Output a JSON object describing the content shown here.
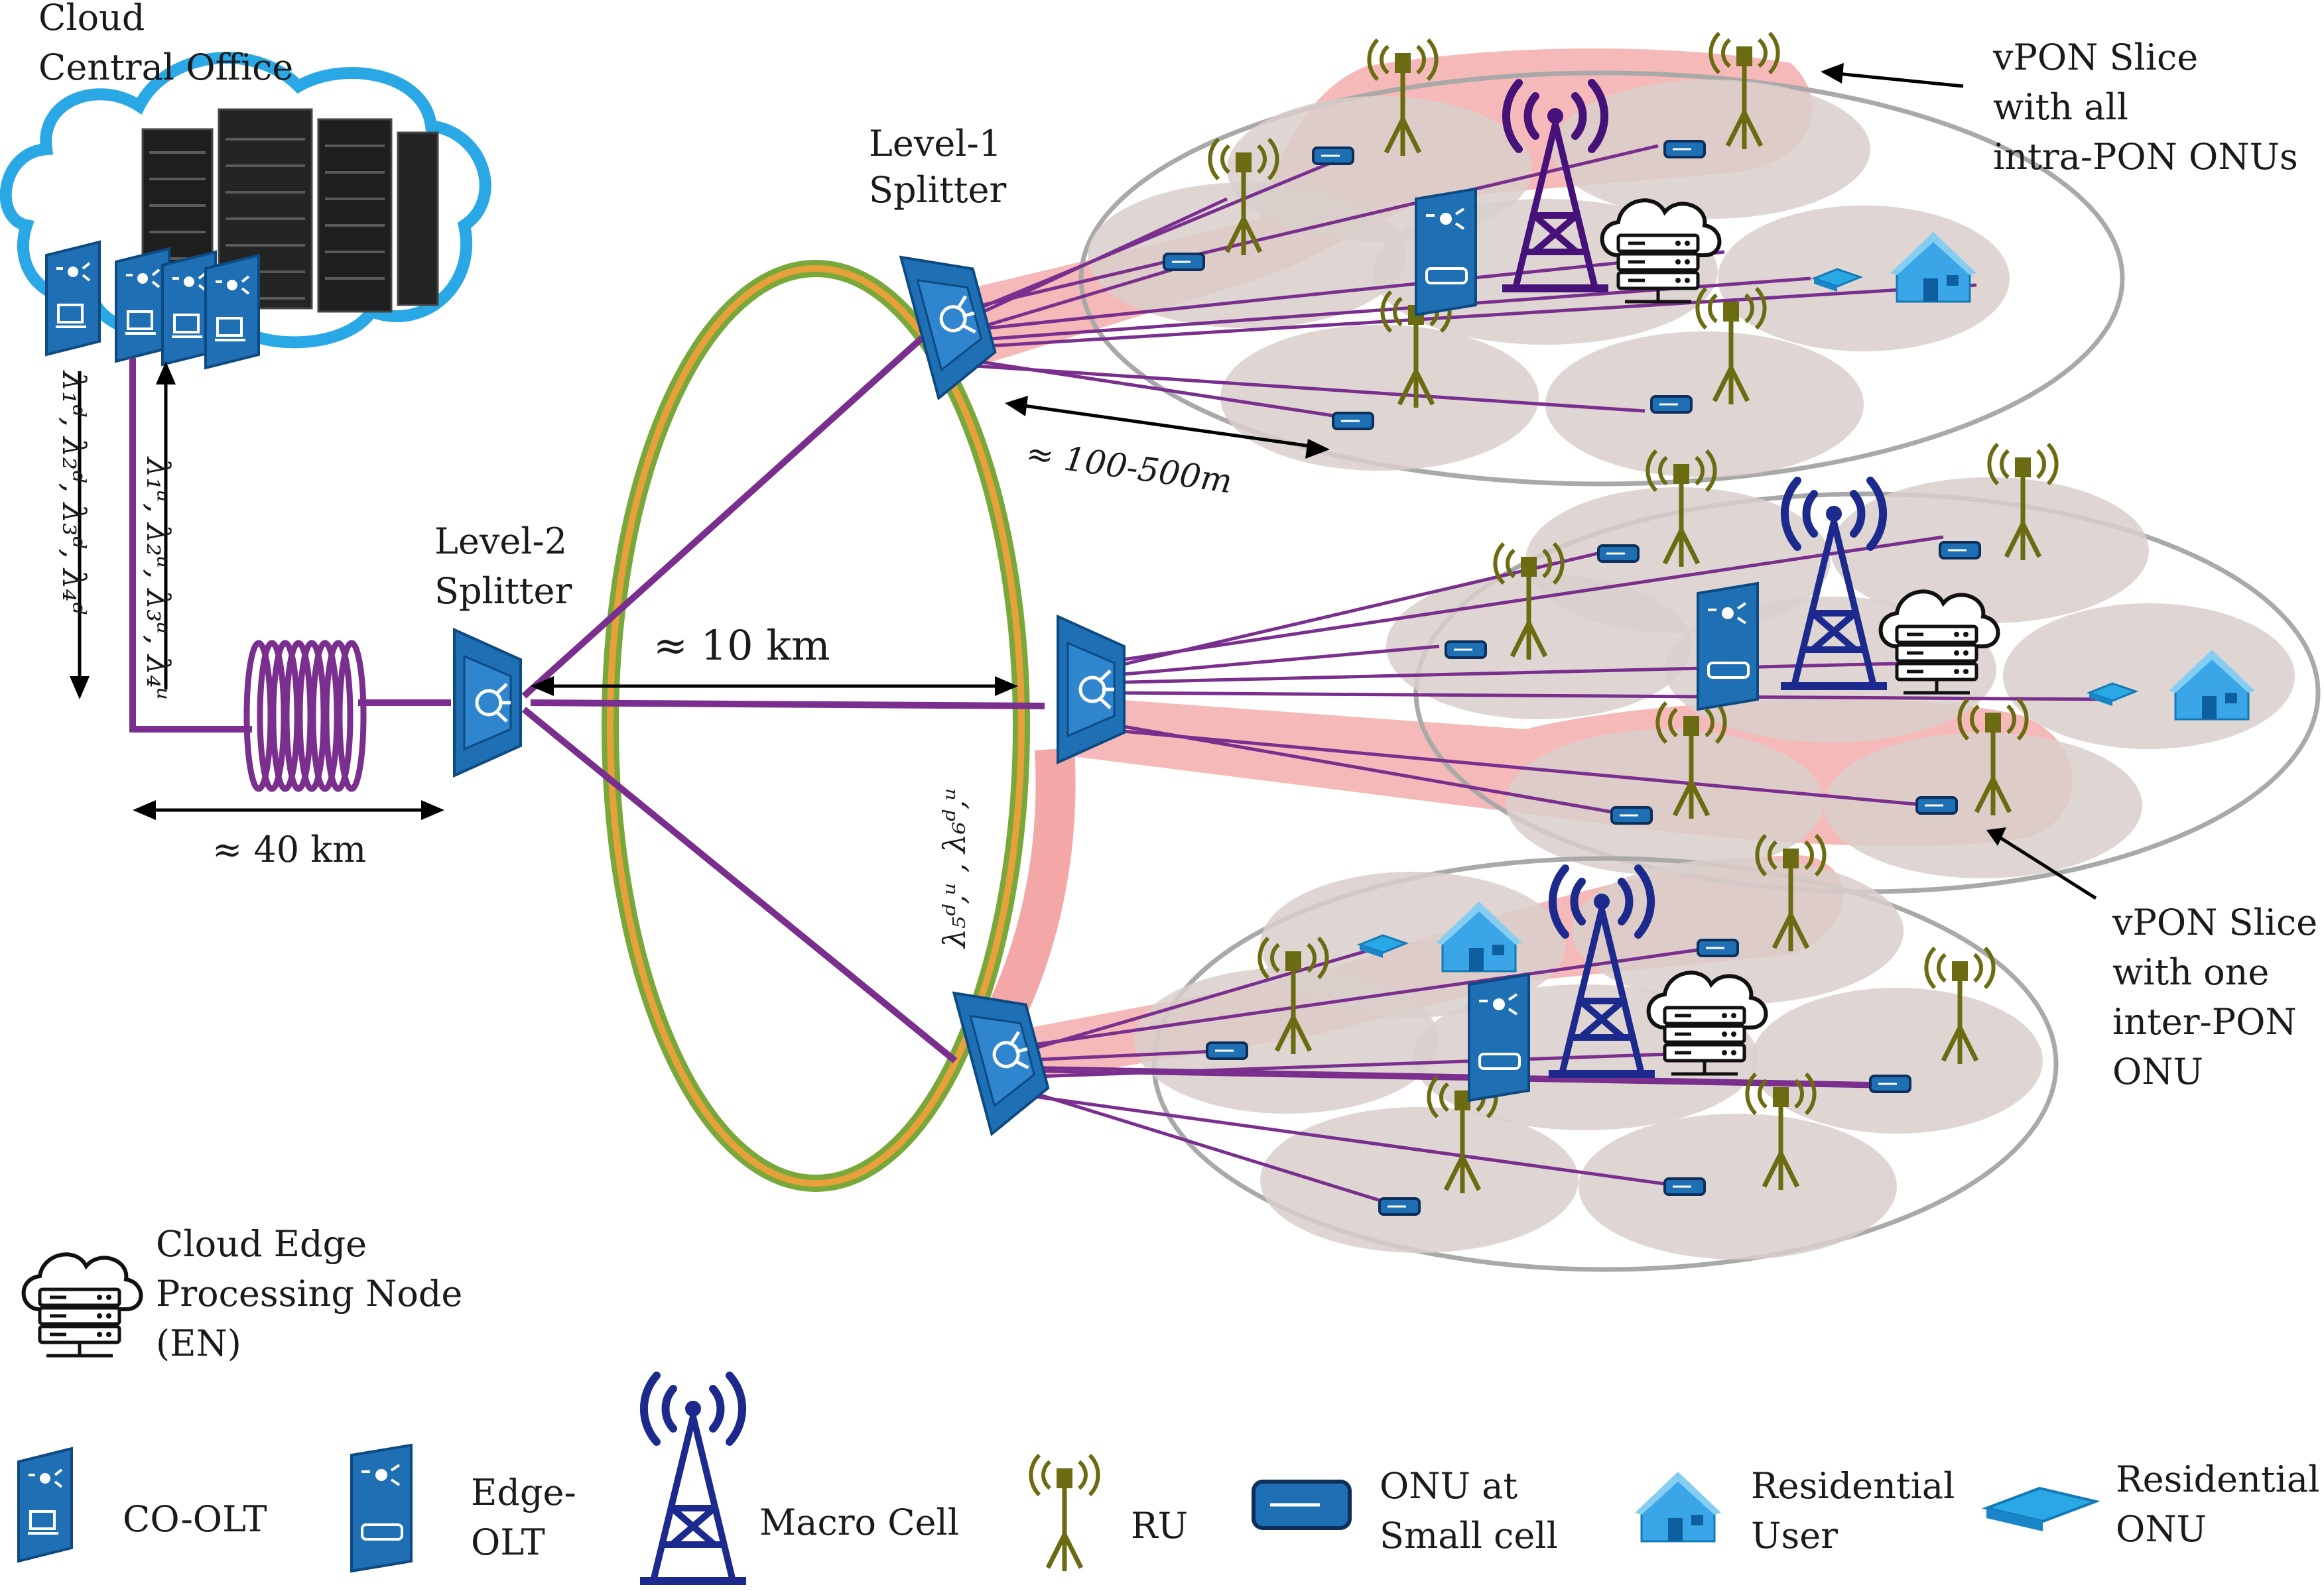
{
  "labels": {
    "cloud_co_line1": "Cloud",
    "cloud_co_line2": "Central Office",
    "level1_line1": "Level-1",
    "level1_line2": "Splitter",
    "level2_line1": "Level-2",
    "level2_line2": "Splitter",
    "dist_40km": "≈ 40 km",
    "dist_10km": "≈ 10 km",
    "dist_100_500m": "≈ 100-500m",
    "down_wavelengths": "λ₁ᵈ, λ₂ᵈ, λ₃ᵈ, λ₄ᵈ",
    "up_wavelengths": "λ₁ᵘ, λ₂ᵘ, λ₃ᵘ, λ₄ᵘ",
    "ring_wavelengths": "λ₅ᵈ,ᵘ , λ₆ᵈ,ᵘ",
    "vpon_all_line1": "vPON Slice",
    "vpon_all_line2": "with all",
    "vpon_all_line3": "intra-PON ONUs",
    "vpon_one_line1": "vPON Slice",
    "vpon_one_line2": "with one",
    "vpon_one_line3": "inter-PON",
    "vpon_one_line4": "ONU",
    "en_line1": "Cloud Edge",
    "en_line2": "Processing Node",
    "en_line3": "(EN)"
  },
  "legend": [
    {
      "icon": "co-olt-icon",
      "line1": "CO-OLT",
      "line2": ""
    },
    {
      "icon": "edge-olt-icon",
      "line1": "Edge-",
      "line2": "OLT"
    },
    {
      "icon": "macro-cell-icon",
      "line1": "Macro Cell",
      "line2": ""
    },
    {
      "icon": "ru-antenna-icon",
      "line1": "RU",
      "line2": ""
    },
    {
      "icon": "onu-small-cell-icon",
      "line1": "ONU at",
      "line2": "Small cell"
    },
    {
      "icon": "residential-user-icon",
      "line1": "Residential",
      "line2": "User"
    },
    {
      "icon": "residential-onu-icon",
      "line1": "Residential",
      "line2": "ONU"
    }
  ],
  "colors": {
    "fiber": "#7a2f8f",
    "ring_outer": "#79a83a",
    "ring_inner": "#e8a03a",
    "slice_highlight": "#f08a8a",
    "cell_fill": "#d9cfcb",
    "cluster_outline": "#a9a9a9",
    "device_blue": "#1f6fb5",
    "macro_blue": "#1b2a8c",
    "ru_olive": "#6b6b12",
    "cloud_outline": "#2aa8e6"
  }
}
